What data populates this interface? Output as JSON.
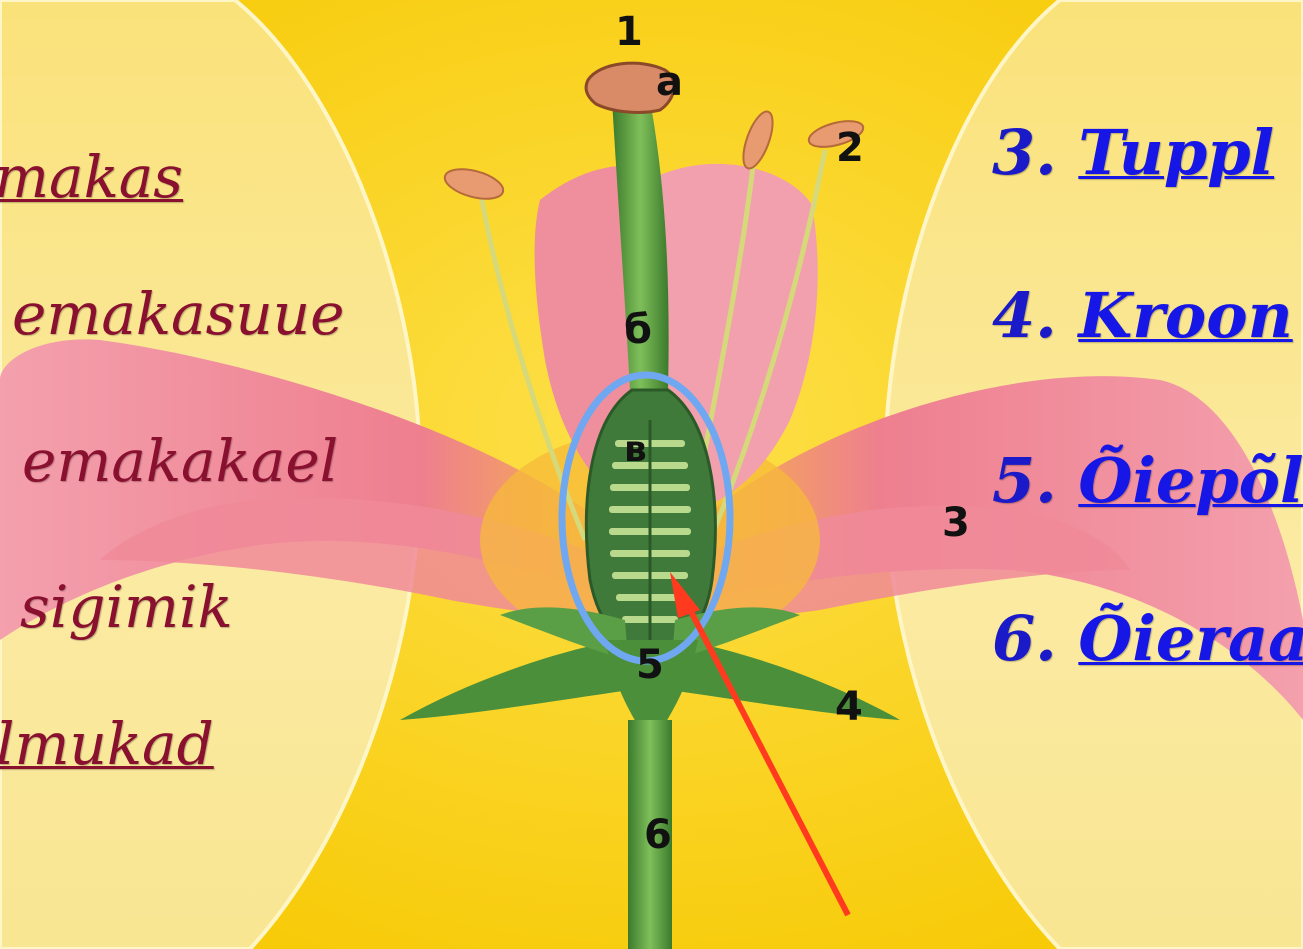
{
  "left_panel": {
    "items": [
      {
        "text": "makas",
        "underlined": true
      },
      {
        "text": "emakasuue",
        "underlined": false
      },
      {
        "text": "emakakael",
        "underlined": false
      },
      {
        "text": "sigimik",
        "underlined": false
      },
      {
        "text": "lmukad",
        "underlined": true
      }
    ],
    "color": "#8a1030"
  },
  "right_panel": {
    "items": [
      {
        "number": "3.",
        "text": "Tuppl"
      },
      {
        "number": "4.",
        "text": "Kroon"
      },
      {
        "number": "5.",
        "text": "Õiepõl"
      },
      {
        "number": "6.",
        "text": "Õieraa"
      }
    ],
    "color": "#1a1ac8"
  },
  "diagram_labels": {
    "n1": "1",
    "a": "а",
    "n2": "2",
    "b": "б",
    "v": "в",
    "n3": "3",
    "n4": "4",
    "n5": "5",
    "n6": "6"
  },
  "colors": {
    "background": "#fcd41c",
    "panel": "#fbe88e",
    "petal": "#f28fa0",
    "stem": "#4c8f3a",
    "highlight_ellipse": "#6fa8f0",
    "arrow": "#ff3a1f"
  }
}
